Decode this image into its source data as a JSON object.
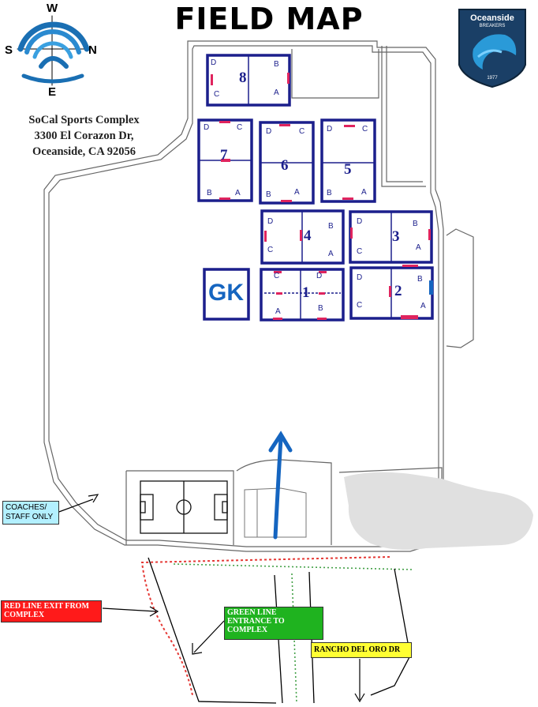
{
  "title": "FIELD MAP",
  "compass": {
    "north": "N",
    "south": "S",
    "east": "E",
    "west": "W"
  },
  "address": {
    "line1": "SoCal Sports Complex",
    "line2": "3300 El Corazon Dr,",
    "line3": "Oceanside, CA 92056"
  },
  "logo": {
    "name": "Oceanside",
    "subtitle": "BREAKERS",
    "year": "1977",
    "color": "#1a3f66"
  },
  "fields": [
    {
      "number": "8",
      "corners": [
        "D",
        "B",
        "C",
        "A"
      ]
    },
    {
      "number": "7",
      "corners": [
        "D",
        "C",
        "B",
        "A"
      ]
    },
    {
      "number": "6",
      "corners": [
        "D",
        "C",
        "B",
        "A"
      ]
    },
    {
      "number": "5",
      "corners": [
        "D",
        "C",
        "B",
        "A"
      ]
    },
    {
      "number": "4",
      "corners": [
        "D",
        "B",
        "C",
        "A"
      ]
    },
    {
      "number": "3",
      "corners": [
        "D",
        "B",
        "C",
        "A"
      ]
    },
    {
      "number": "1",
      "corners": [
        "C",
        "D",
        "A",
        "B"
      ]
    },
    {
      "number": "2",
      "corners": [
        "D",
        "B",
        "C",
        "A"
      ]
    }
  ],
  "gk_area": {
    "label": "GK"
  },
  "labels": {
    "coaches": "COACHES/ STAFF ONLY",
    "red_line": "RED LINE EXIT FROM COMPLEX",
    "green_line": "GREEN LINE ENTRANCE TO COMPLEX",
    "road": "RANCHO DEL ORO DR"
  },
  "colors": {
    "field_border": "#1b1f8c",
    "goal_marker": "#e0245e",
    "arrow": "#1565c0",
    "red_line": "#e53935",
    "green_line": "#43a047"
  }
}
